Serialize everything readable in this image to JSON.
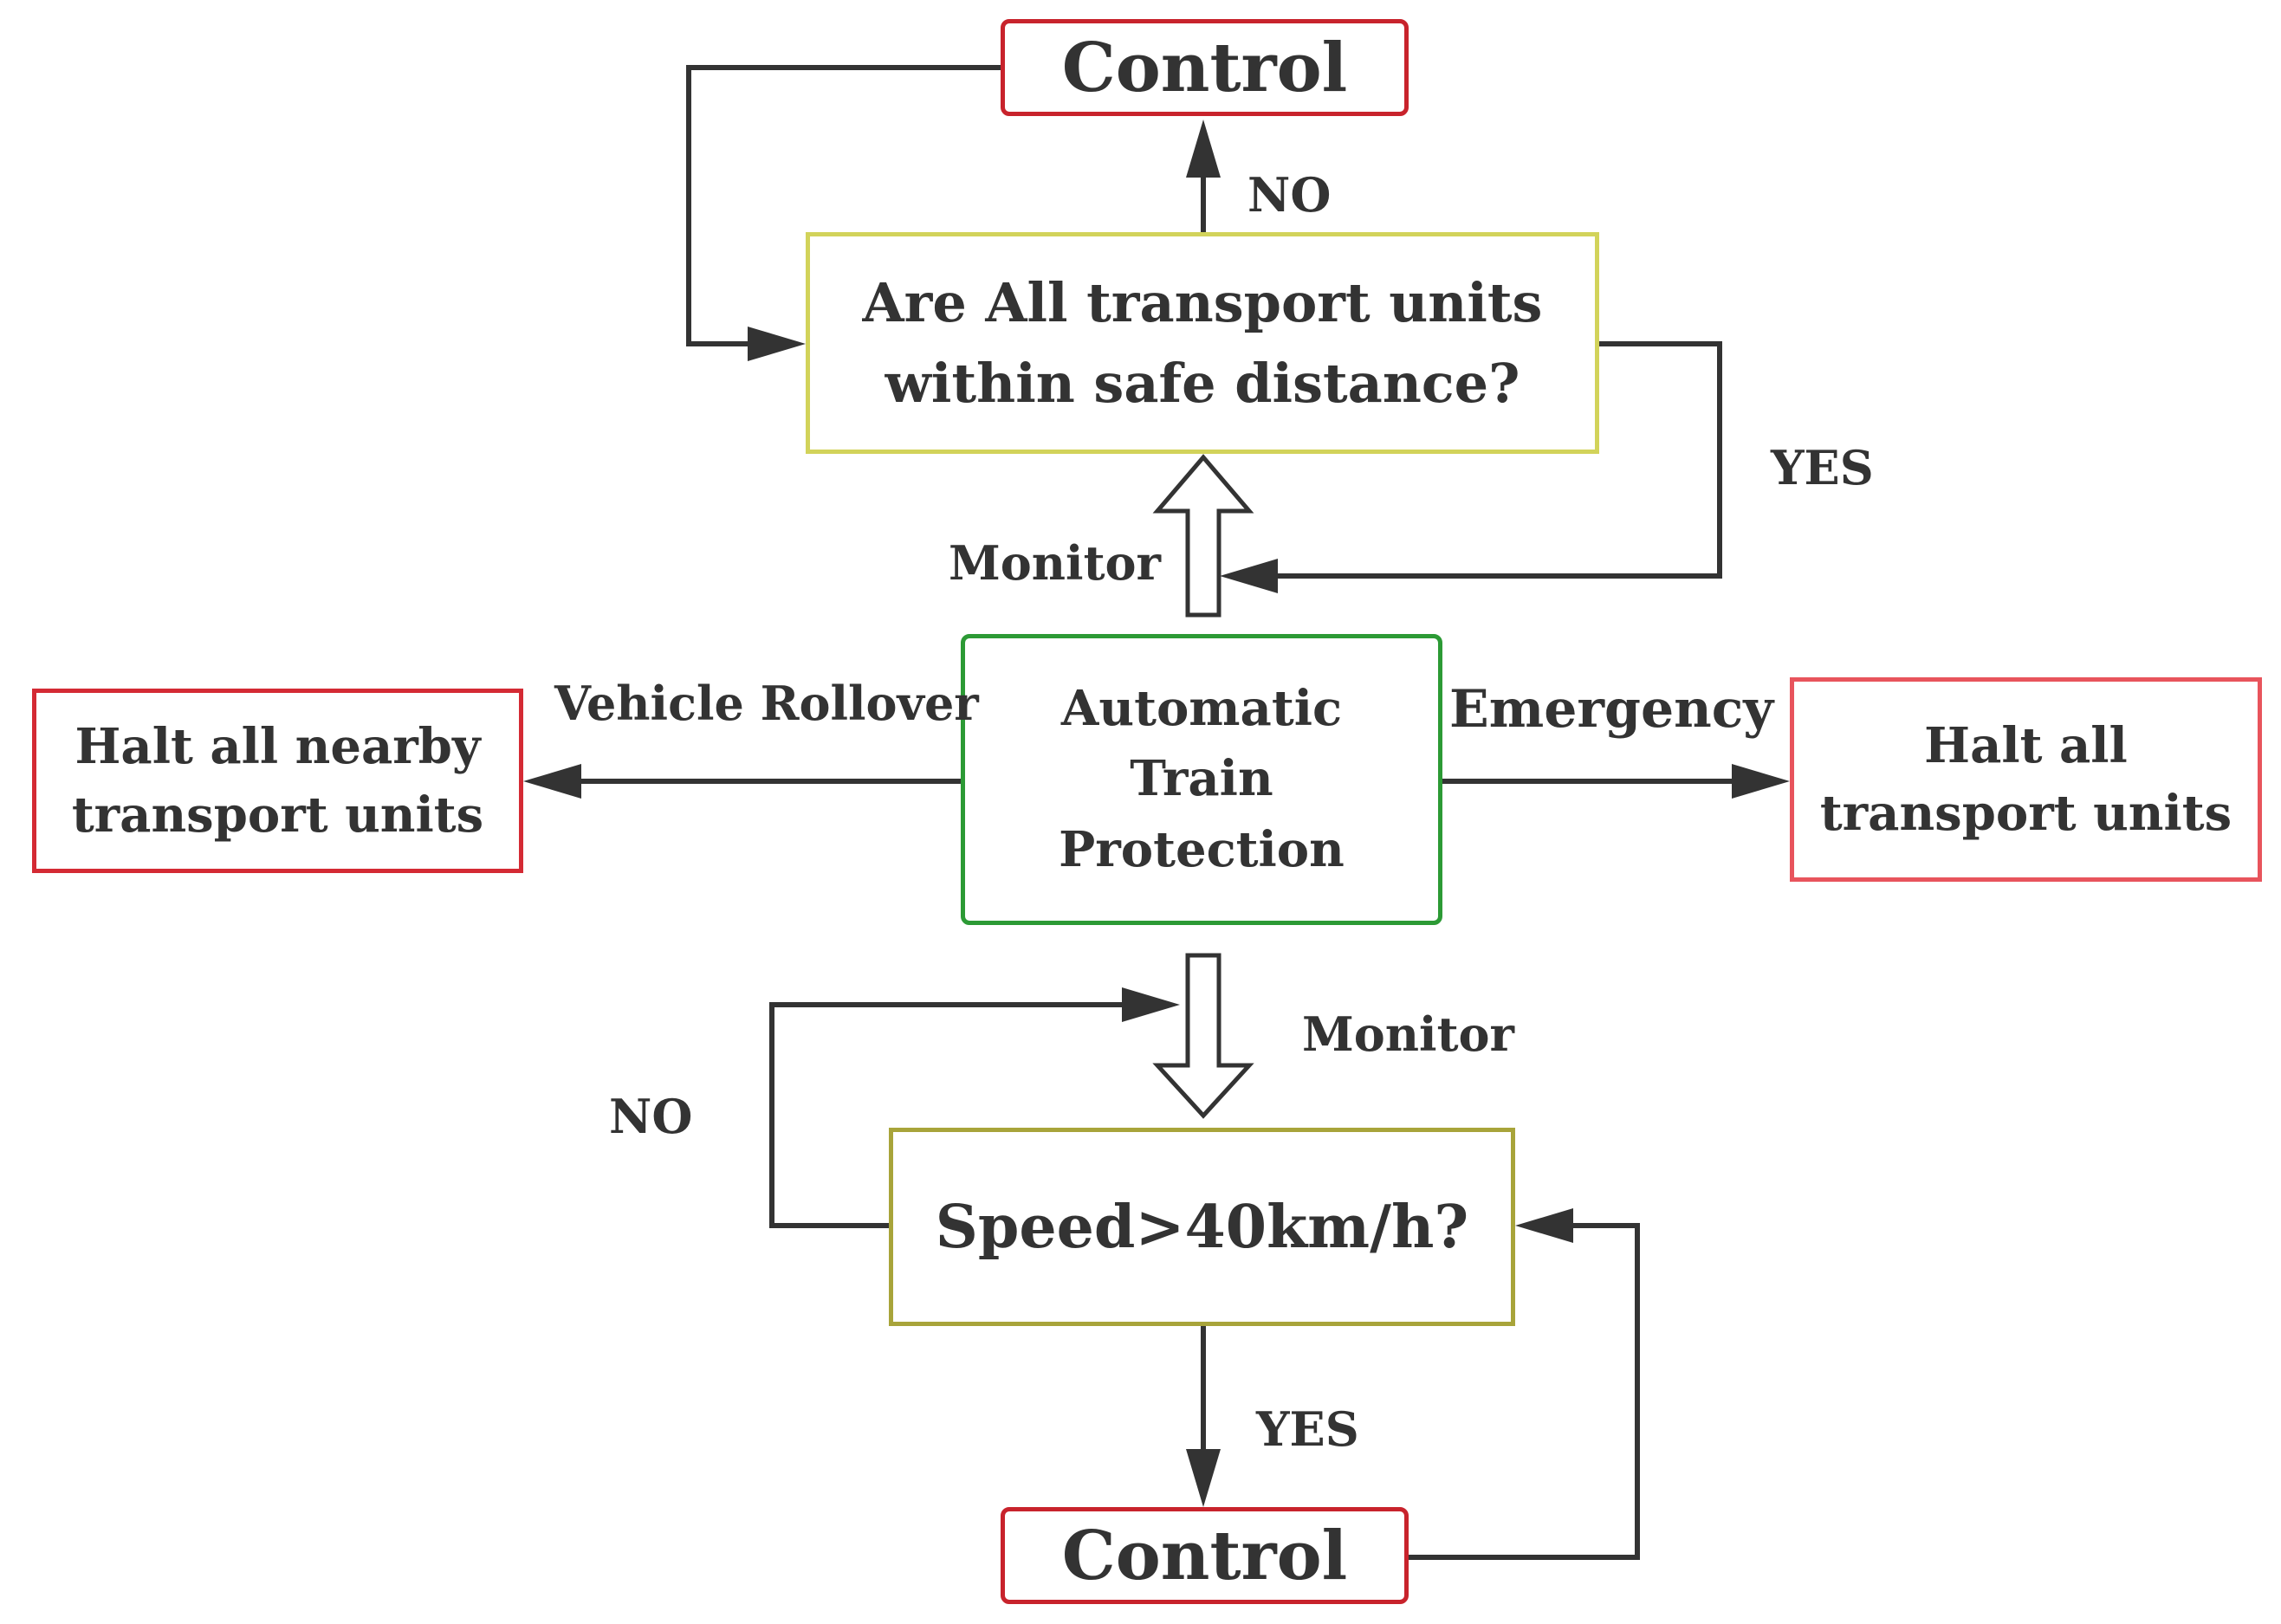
{
  "colors": {
    "control_border": "#c8232c",
    "question_border": "#d2d35a",
    "speed_border": "#a8a43a",
    "atp_border": "#2c9a35",
    "halt_border": "#d42a34",
    "halt_right_border": "#e8545c",
    "line": "#333333"
  },
  "nodes": {
    "control_top": "Control",
    "question_distance": "Are All transport units\nwithin safe distance?",
    "atp": "Automatic\nTrain\nProtection",
    "halt_nearby": "Halt all nearby\ntransport units",
    "halt_all": "Halt all\ntransport units",
    "question_speed": "Speed>40km/h?",
    "control_bottom": "Control"
  },
  "labels": {
    "no_top": "NO",
    "yes_top": "YES",
    "monitor_top": "Monitor",
    "vehicle_rollover": "Vehicle Rollover",
    "emergency": "Emergency",
    "monitor_bottom": "Monitor",
    "no_bottom": "NO",
    "yes_bottom": "YES"
  }
}
